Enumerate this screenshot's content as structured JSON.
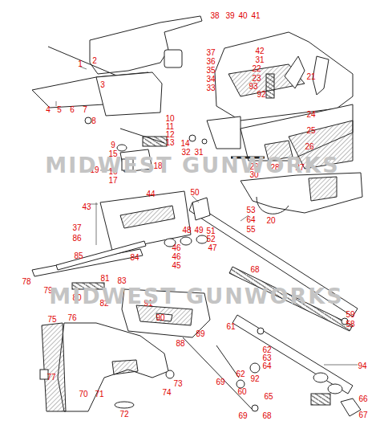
{
  "diagram": {
    "labels": [
      "38",
      "39",
      "40",
      "41",
      "1",
      "2",
      "42",
      "31",
      "37",
      "36",
      "22",
      "21",
      "35",
      "23",
      "34",
      "3",
      "93",
      "33",
      "92",
      "4",
      "5",
      "6",
      "7",
      "24",
      "10",
      "8",
      "11",
      "12",
      "25",
      "13",
      "14",
      "9",
      "26",
      "32",
      "31",
      "15",
      "19",
      "16",
      "18",
      "17",
      "28",
      "27",
      "29",
      "30",
      "20",
      "50",
      "44",
      "43",
      "53",
      "64",
      "55",
      "37",
      "49",
      "48",
      "51",
      "52",
      "86",
      "46",
      "47",
      "85",
      "84",
      "46",
      "45",
      "68",
      "78",
      "81",
      "83",
      "79",
      "80",
      "82",
      "91",
      "90",
      "59",
      "58",
      "75",
      "76",
      "61",
      "89",
      "88",
      "62",
      "63",
      "64",
      "94",
      "77",
      "62",
      "69",
      "92",
      "60",
      "73",
      "74",
      "70",
      "71",
      "65",
      "66",
      "72",
      "69",
      "68",
      "67",
      "MIDWEST GUNWORKS",
      "MIDWEST GUNWORKS"
    ]
  }
}
